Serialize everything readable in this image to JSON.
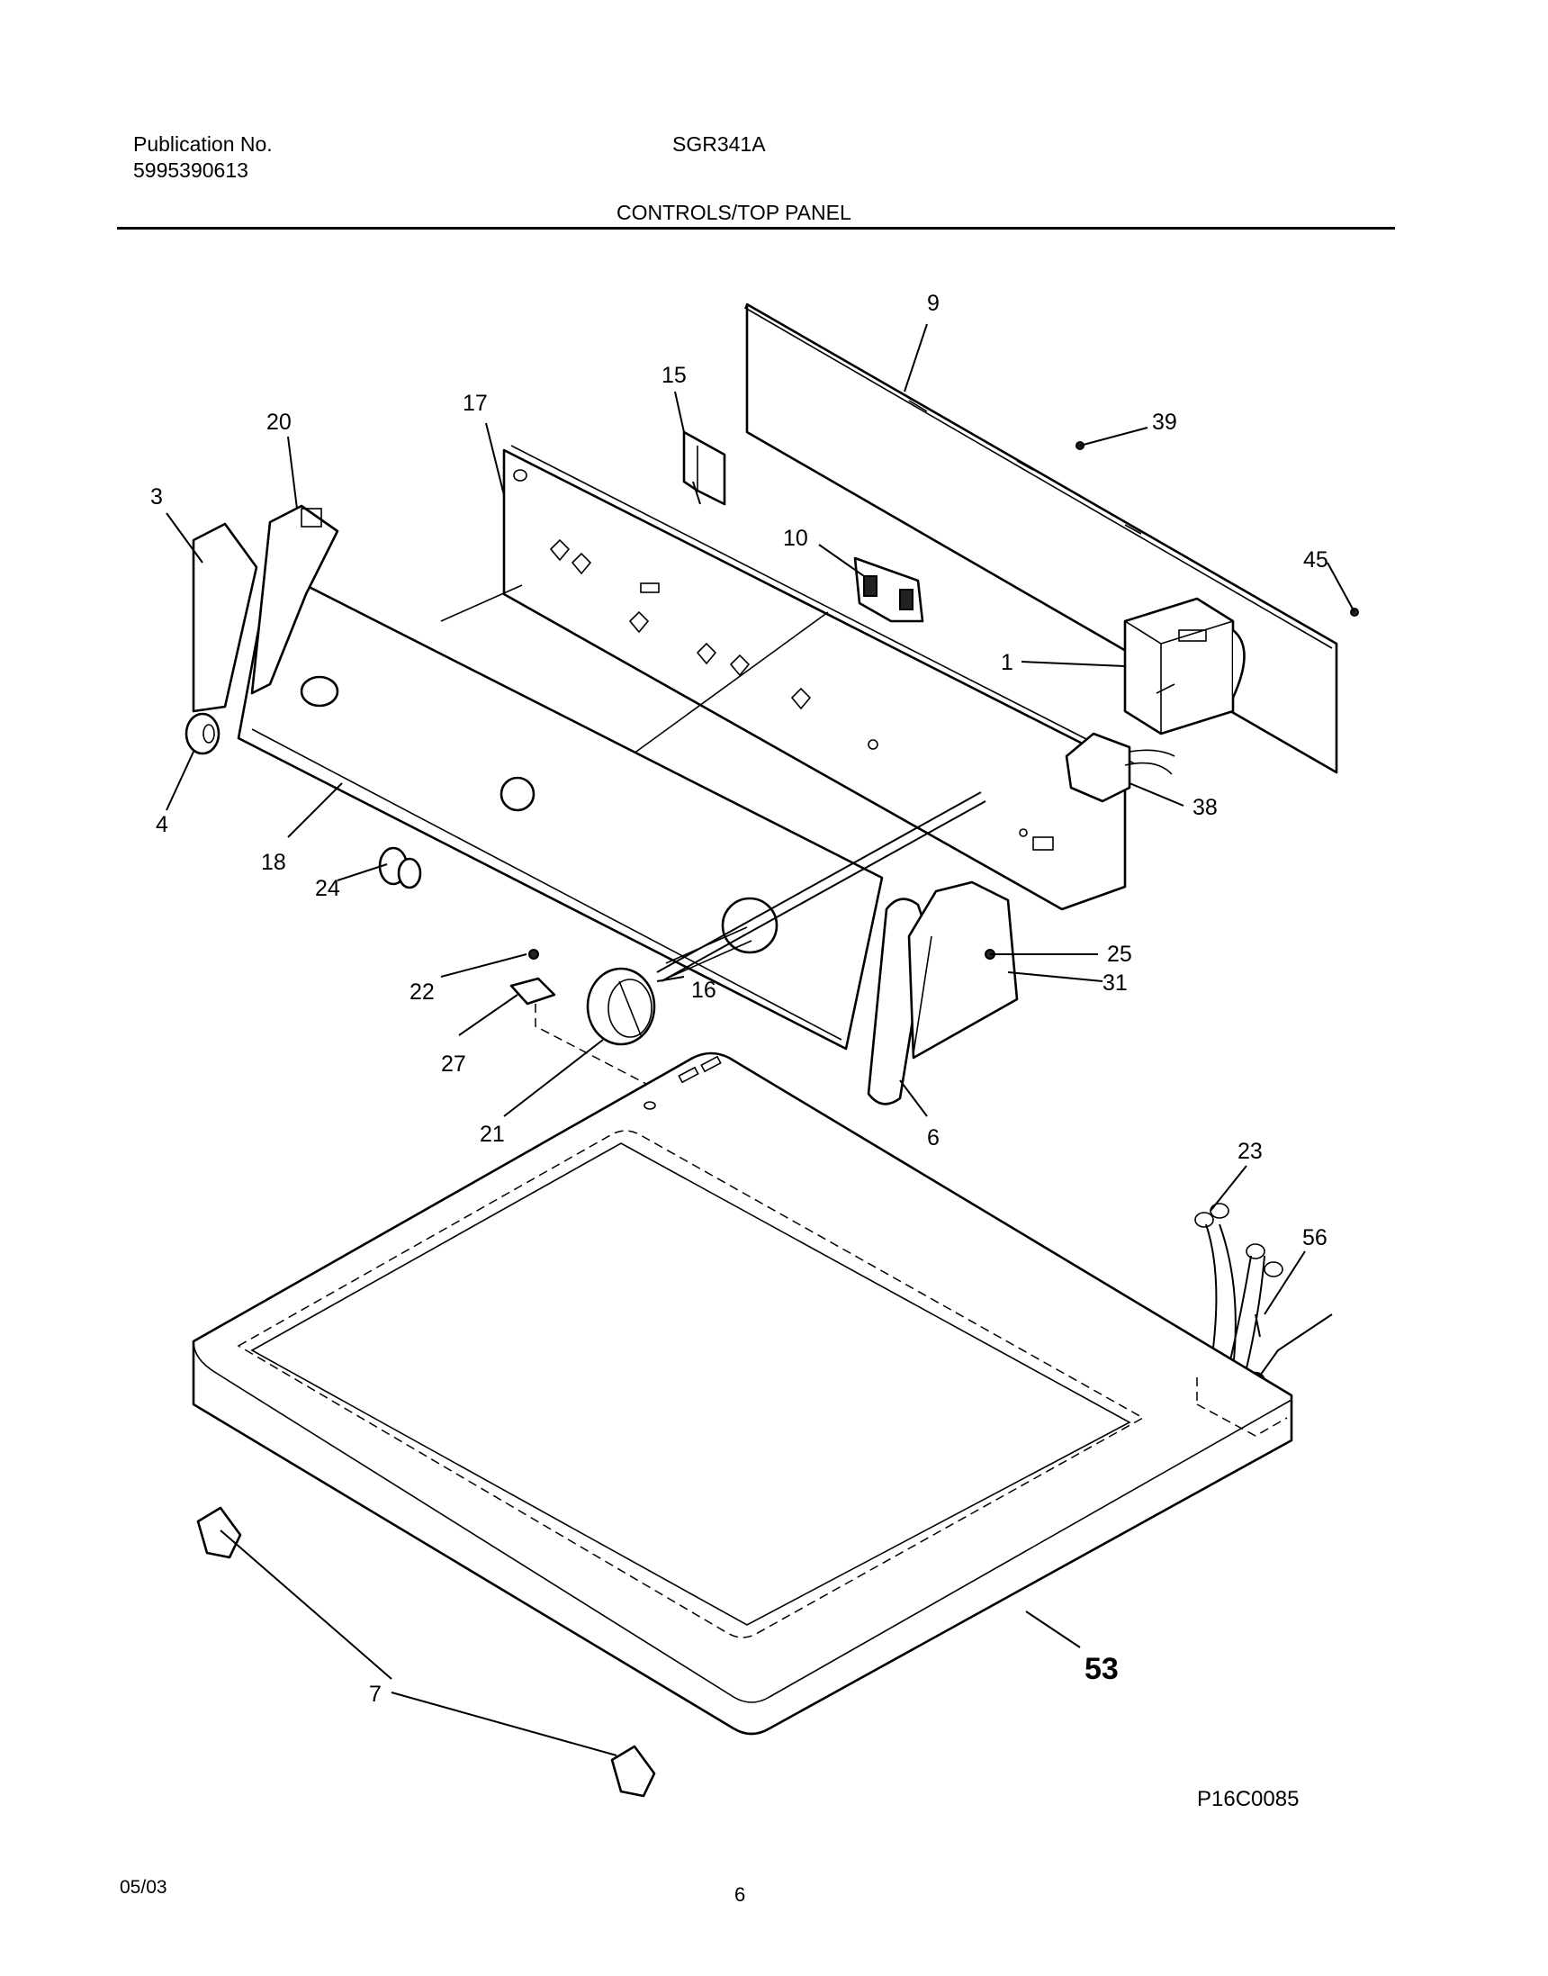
{
  "header": {
    "publication_label": "Publication No.",
    "publication_number": "5995390613",
    "model": "SGR341A",
    "section_title": "CONTROLS/TOP PANEL"
  },
  "drawing": {
    "code": "P16C0085",
    "callouts": {
      "c1": "1",
      "c3": "3",
      "c4": "4",
      "c6": "6",
      "c7": "7",
      "c9": "9",
      "c10": "10",
      "c15": "15",
      "c16": "16",
      "c17": "17",
      "c18": "18",
      "c20": "20",
      "c21": "21",
      "c22": "22",
      "c23": "23",
      "c24": "24",
      "c25": "25",
      "c27": "27",
      "c31": "31",
      "c38": "38",
      "c39": "39",
      "c45": "45",
      "c53": "53",
      "c56": "56"
    }
  },
  "footer": {
    "date": "05/03",
    "page": "6"
  }
}
